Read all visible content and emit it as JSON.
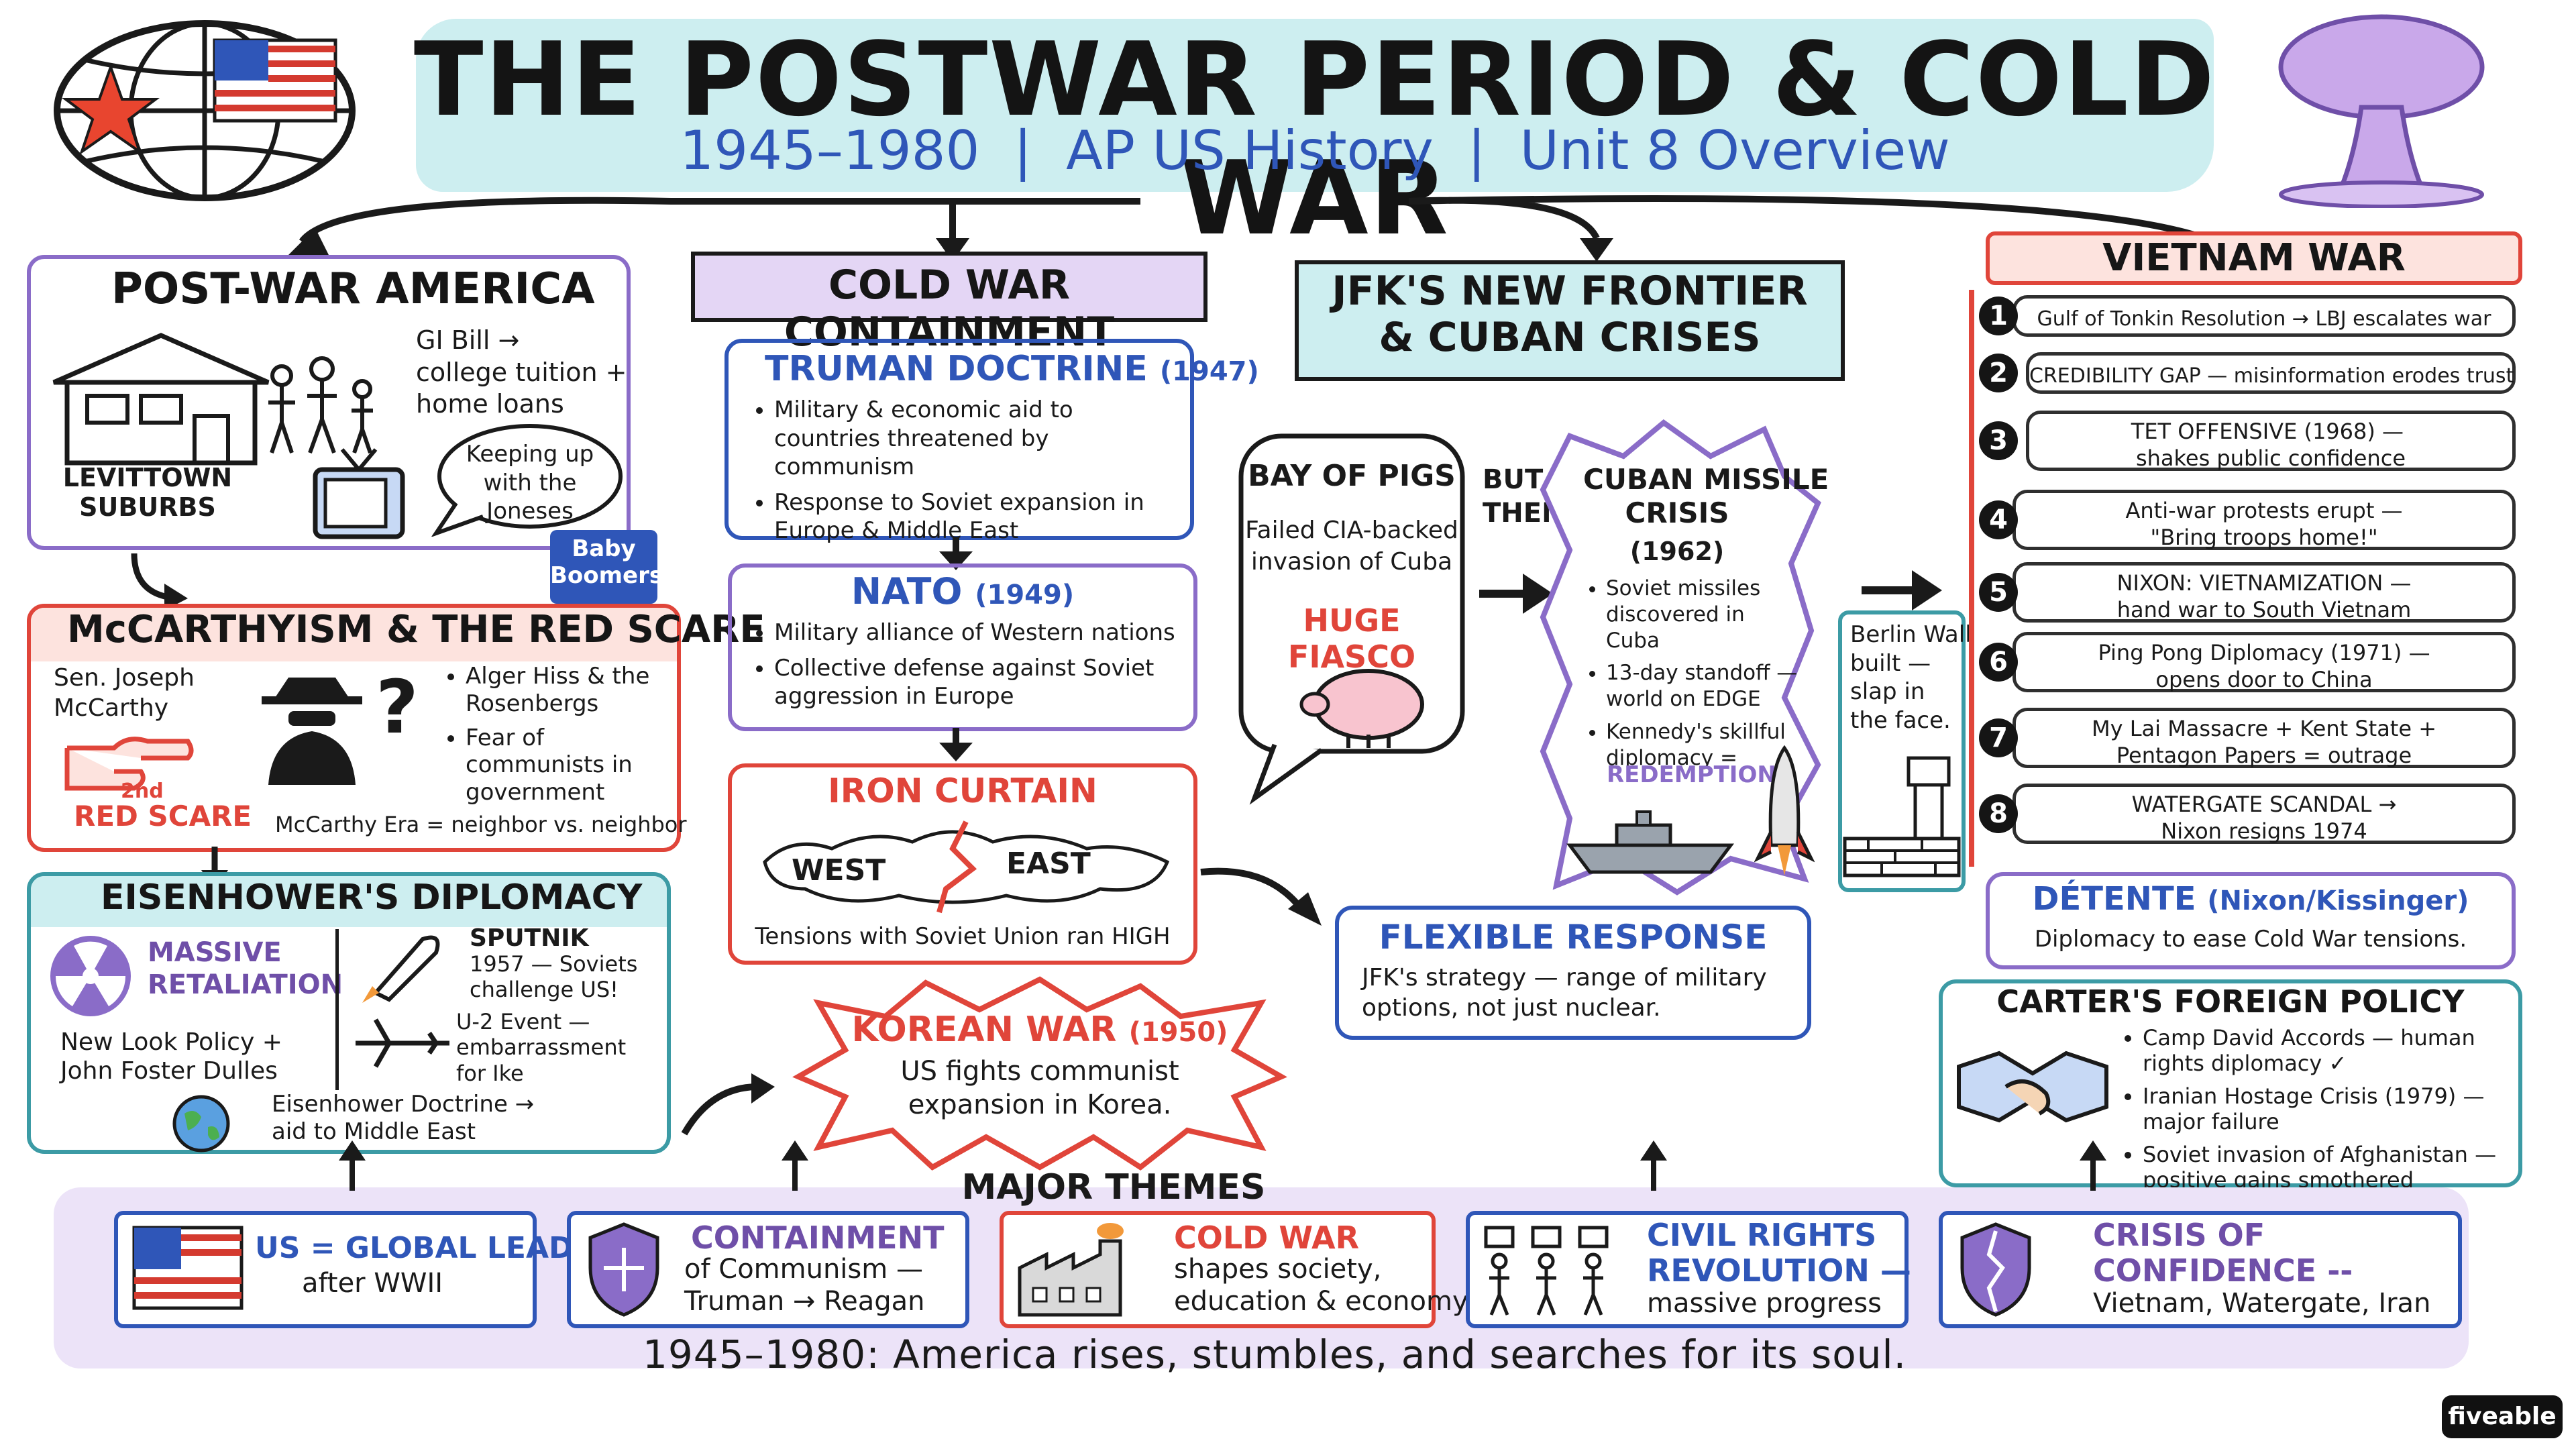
{
  "header": {
    "title": "THE POSTWAR PERIOD & COLD WAR",
    "subtitle": "1945–1980  |  AP US History  |  Unit 8 Overview"
  },
  "postwar": {
    "title": "POST-WAR AMERICA",
    "suburbs": "LEVITTOWN\nSUBURBS",
    "gi_bill": "GI Bill →\ncollege tuition +\nhome loans",
    "jones": "Keeping up\nwith the\nJoneses",
    "boomers": "Baby\nBoomers"
  },
  "mccarthy": {
    "title": "McCARTHYISM & THE RED SCARE",
    "senator": "Sen. Joseph\nMcCarthy",
    "second": "2nd",
    "red_scare": "RED SCARE",
    "bullets": [
      "Alger Hiss & the Rosenbergs",
      "Fear of communists in government"
    ],
    "footer": "McCarthy Era = neighbor vs. neighbor",
    "question": "?"
  },
  "eisenhower": {
    "title": "EISENHOWER'S DIPLOMACY",
    "massive": "MASSIVE\nRETALIATION",
    "new_look": "New Look Policy +\nJohn Foster Dulles",
    "sputnik_title": "SPUTNIK",
    "sputnik_text": "1957 — Soviets\nchallenge US!",
    "u2_text": "U-2 Event —\nembarrassment\nfor Ike",
    "doctrine": "Eisenhower Doctrine →\naid to Middle East"
  },
  "containment": {
    "title": "COLD WAR CONTAINMENT",
    "truman": {
      "title": "TRUMAN DOCTRINE",
      "year": "(1947)",
      "bullets": [
        "Military & economic aid to countries threatened by communism",
        "Response to Soviet expansion in Europe & Middle East"
      ]
    },
    "nato": {
      "title": "NATO",
      "year": "(1949)",
      "bullets": [
        "Military alliance of Western nations",
        "Collective defense against Soviet aggression in Europe"
      ]
    },
    "iron": {
      "title": "IRON CURTAIN",
      "west": "WEST",
      "east": "EAST",
      "footer": "Tensions with Soviet Union ran HIGH"
    }
  },
  "korea": {
    "title": "KOREAN WAR",
    "year": "(1950)",
    "text": "US fights communist\nexpansion in Korea."
  },
  "jfk": {
    "title": "JFK'S NEW FRONTIER\n& CUBAN CRISES",
    "bay_title": "BAY OF PIGS",
    "bay_text": "Failed CIA-backed\ninvasion of Cuba",
    "fiasco": "HUGE FIASCO",
    "but": "BUT\nTHEN...",
    "missile_title": "CUBAN MISSILE\nCRISIS",
    "missile_year": "(1962)",
    "missile_bullets": [
      "Soviet missiles discovered in Cuba",
      "13-day standoff — world on EDGE",
      "Kennedy's skillful diplomacy ="
    ],
    "redemption": "REDEMPTION",
    "berlin": "Berlin Wall\nbuilt —\nslap in\nthe face."
  },
  "flexible": {
    "title": "FLEXIBLE RESPONSE",
    "text": "JFK's strategy — range of military\noptions, not just nuclear."
  },
  "vietnam": {
    "title": "VIETNAM WAR",
    "steps": [
      {
        "n": "1",
        "text": "Gulf of Tonkin Resolution → LBJ escalates war"
      },
      {
        "n": "2",
        "text": "CREDIBILITY GAP — misinformation erodes trust"
      },
      {
        "n": "3",
        "text": "TET OFFENSIVE (1968) — \nshakes public confidence"
      },
      {
        "n": "4",
        "text": "Anti-war protests erupt —\n\"Bring troops home!\""
      },
      {
        "n": "5",
        "text": "NIXON: VIETNAMIZATION —\nhand war to South Vietnam"
      },
      {
        "n": "6",
        "text": "Ping Pong Diplomacy (1971) —\nopens door to China"
      },
      {
        "n": "7",
        "text": "My Lai Massacre + Kent State +\nPentagon Papers = outrage"
      },
      {
        "n": "8",
        "text": "WATERGATE SCANDAL →\nNixon resigns 1974"
      }
    ]
  },
  "detente": {
    "title": "DÉTENTE",
    "who": "(Nixon/Kissinger)",
    "text": "Diplomacy to ease Cold War tensions."
  },
  "carter": {
    "title": "CARTER'S FOREIGN POLICY",
    "bullets": [
      "Camp David Accords — human rights diplomacy ✓",
      "Iranian Hostage Crisis (1979) — major failure",
      "Soviet invasion of Afghanistan — positive gains smothered"
    ]
  },
  "themes": {
    "title": "MAJOR THEMES",
    "cards": [
      {
        "title": "US = GLOBAL LEADER",
        "sub": "after WWII"
      },
      {
        "title": "CONTAINMENT",
        "sub": "of Communism —\nTruman → Reagan"
      },
      {
        "title": "COLD WAR",
        "sub": "shapes society,\neducation & economy"
      },
      {
        "title": "CIVIL RIGHTS\nREVOLUTION —",
        "sub": "massive progress"
      },
      {
        "title": "CRISIS OF\nCONFIDENCE --",
        "sub": "Vietnam, Watergate, Iran"
      }
    ],
    "footer": "1945–1980: America rises, stumbles, and searches for its soul."
  },
  "brand": "fiveable",
  "colors": {
    "blue": "#2f56b8",
    "red": "#e0453a",
    "purple": "#8a6cc8",
    "teal": "#3c9ba5",
    "lavender": "#ece3f8",
    "tealbg": "#cdeef0"
  }
}
